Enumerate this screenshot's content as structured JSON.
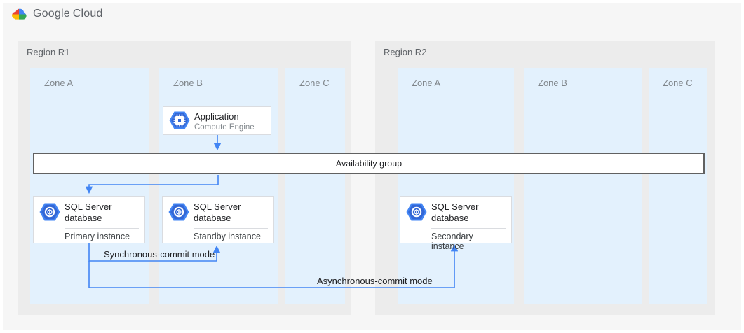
{
  "colors": {
    "accent_blue": "#4285F4",
    "icon_blue_dark": "#3367D6",
    "zone_fill": "#E3F1FD",
    "region_fill": "#ECECEC",
    "canvas_bg": "#F6F6F6",
    "card_border": "#DADCE0",
    "bar_border": "#616161",
    "text_dark": "#202124",
    "text_gray": "#80868B",
    "logo_red": "#EA4335",
    "logo_yellow": "#FBBC05",
    "logo_green": "#34A853",
    "logo_blue": "#4285F4"
  },
  "header": {
    "brand": "Google",
    "product": "Cloud"
  },
  "regions": [
    {
      "label": "Region R1",
      "zones": [
        {
          "label": "Zone A"
        },
        {
          "label": "Zone B"
        },
        {
          "label": "Zone C"
        }
      ]
    },
    {
      "label": "Region R2",
      "zones": [
        {
          "label": "Zone A"
        },
        {
          "label": "Zone B"
        },
        {
          "label": "Zone C"
        }
      ]
    }
  ],
  "nodes": {
    "application": {
      "title": "Application",
      "subtitle": "Compute Engine",
      "icon": "compute-engine-icon"
    },
    "availability_group": {
      "label": "Availability group"
    },
    "primary_db": {
      "title": "SQL Server database",
      "instance": "Primary instance",
      "icon": "cloud-sql-icon"
    },
    "standby_db": {
      "title": "SQL Server database",
      "instance": "Standby instance",
      "icon": "cloud-sql-icon"
    },
    "secondary_db": {
      "title": "SQL Server database",
      "instance": "Secondary instance",
      "icon": "cloud-sql-icon"
    }
  },
  "connections": {
    "sync_label": "Synchronous-commit mode",
    "async_label": "Asynchronous-commit mode"
  }
}
